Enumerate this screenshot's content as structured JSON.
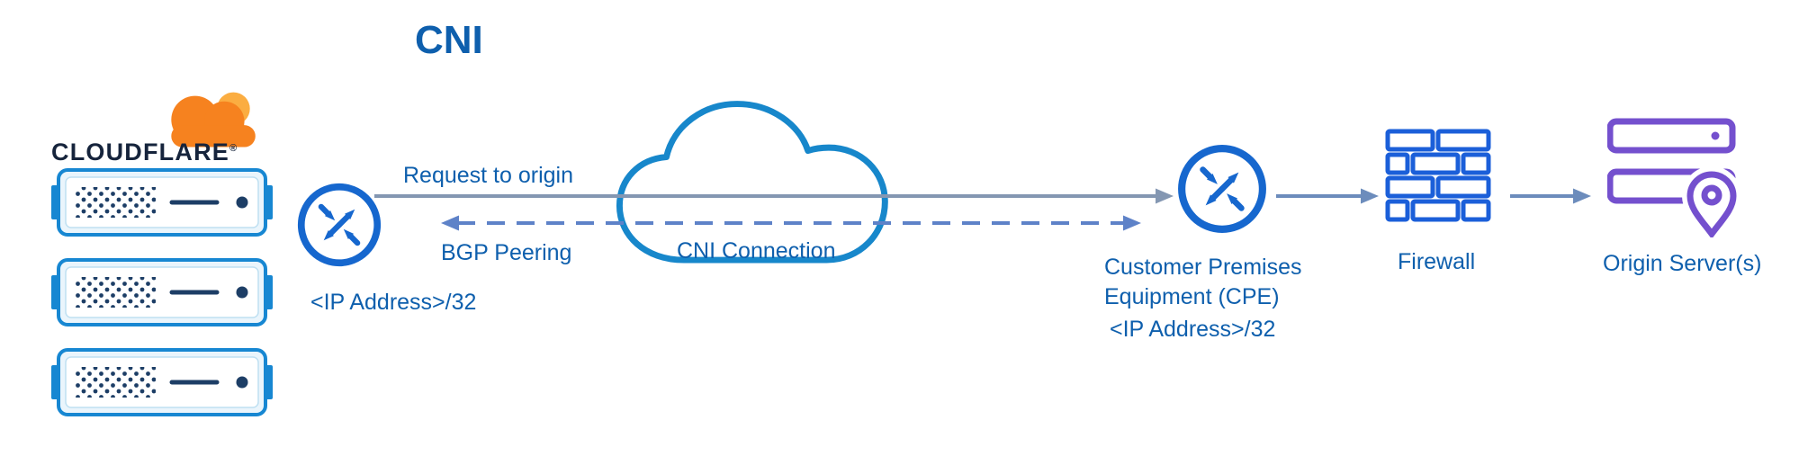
{
  "title": "CNI",
  "brand": {
    "name": "CLOUDFLARE",
    "reg": "®"
  },
  "cloudflare_pop": {
    "ip_label": "<IP Address>/32"
  },
  "flows": {
    "request": "Request to origin",
    "bgp": "BGP Peering"
  },
  "cloud": {
    "label": "CNI Connection"
  },
  "cpe": {
    "line1": "Customer Premises",
    "line2": "Equipment (CPE)",
    "ip_label": "<IP Address>/32"
  },
  "firewall": {
    "label": "Firewall"
  },
  "origin": {
    "label": "Origin Server(s)"
  },
  "colors": {
    "label_blue": "#0E5FAD",
    "icon_blue": "#1667CE",
    "firewall_blue": "#1B5FD9",
    "cloud_stroke": "#1787CB",
    "server_blue": "#1787D2",
    "server_navy": "#1D3E66",
    "origin_purple": "#7450CE",
    "line_solid": "#8497B2",
    "line_dashed": "#5E82C8",
    "line_short": "#6C8CBC",
    "brand_orange": "#F6821F",
    "brand_orange_light": "#FBAD41",
    "brand_dark": "#16243C"
  }
}
